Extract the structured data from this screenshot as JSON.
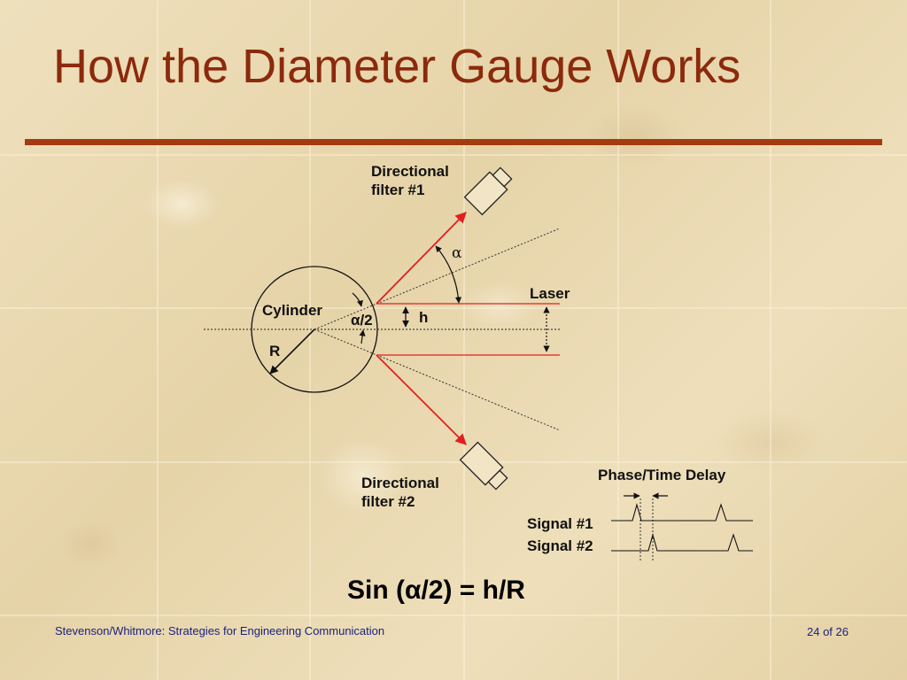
{
  "slide": {
    "title": "How the Diameter Gauge Works",
    "footer_left": "Stevenson/Whitmore: Strategies for Engineering Communication",
    "footer_right": "24 of 26"
  },
  "diagram": {
    "labels": {
      "filter1": "Directional filter #1",
      "filter2": "Directional filter #2",
      "alpha": "α",
      "laser": "Laser",
      "cylinder": "Cylinder",
      "half_alpha": "α/2",
      "h": "h",
      "r": "R",
      "phase_delay": "Phase/Time Delay",
      "signal1": "Signal #1",
      "signal2": "Signal #2"
    },
    "formula": "Sin (α/2) = h/R"
  },
  "colors": {
    "title": "#8b2a0c",
    "rule": "#a33a10",
    "ray": "#e02020",
    "footer": "#1a237e"
  }
}
